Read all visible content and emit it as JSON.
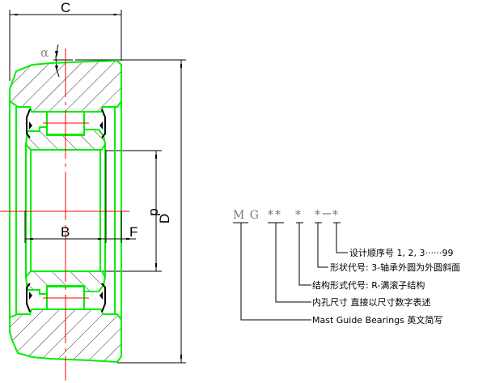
{
  "drawing": {
    "title": "MG mast guide bearing cross-section",
    "colors": {
      "outline": "#00ee00",
      "centerline": "#ff0000",
      "dimension": "#000000",
      "hatch": "#000000",
      "code_text": "#777777"
    },
    "dimensions": {
      "C": "C",
      "alpha": "α",
      "D": "D",
      "d": "d",
      "B": "B",
      "F": "F"
    }
  },
  "designation": {
    "parts": [
      "M G",
      "**",
      "*",
      "*",
      "-",
      "*"
    ],
    "prefix": "M G",
    "bore": "**",
    "structure": "*",
    "shape": "*",
    "dash": "-",
    "sequence": "*"
  },
  "legend": [
    {
      "key": "sequence",
      "text": "设计顺序号 1, 2, 3······99"
    },
    {
      "key": "shape",
      "text": "形状代号: 3-轴承外圆为外圆斜面"
    },
    {
      "key": "structure",
      "text": "结构形式代号: R-满滚子结构"
    },
    {
      "key": "bore",
      "text": "内孔尺寸 直接以尺寸数字表述"
    },
    {
      "key": "prefix",
      "text": "Mast Guide Bearings 英文简写"
    }
  ]
}
